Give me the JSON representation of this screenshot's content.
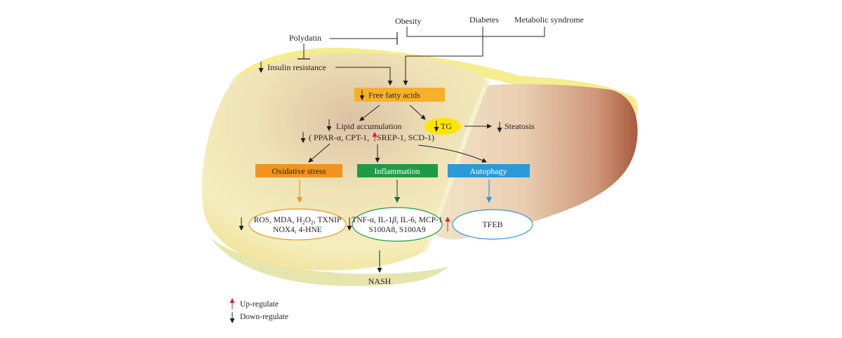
{
  "nodes": {
    "obesity": "Obesity",
    "diabetes": "Diabetes",
    "metabolic_syndrome": "Metabolic syndrome",
    "polydatin": "Polydatin",
    "insulin_resistance": "Insulin resistance",
    "free_fatty_acids": "Free fatty acids",
    "tg": "TG",
    "steatosis": "Steatosis",
    "lipid_accumulation": "Lipid accumulation",
    "lipid_markers_open": "( PPAR-α, CPT-1,",
    "lipid_markers_close": "SREP-1, SCD-1)",
    "oxidative_stress": "Oxidative stress",
    "inflammation": "Inflammation",
    "autophagy": "Autophagy",
    "oxidative_markers_line1_a": "ROS, MDA, H",
    "oxidative_markers_line1_sub1": "2",
    "oxidative_markers_line1_b": "O",
    "oxidative_markers_line1_sub2": "2",
    "oxidative_markers_line1_c": ", TXNIP",
    "oxidative_markers_line2": "NOX4, 4-HNE",
    "inflammation_markers_line1_a": "TNF-α, IL-1",
    "inflammation_markers_line1_beta": "β",
    "inflammation_markers_line1_b": ", IL-6, MCP-1",
    "inflammation_markers_line2": "S100A8, S100A9",
    "tfeb": "TFEB",
    "nash": "NASH"
  },
  "legend": {
    "up": "Up-regulate",
    "down": "Down-regulate"
  },
  "colors": {
    "oxidative": "#f0941e",
    "inflammation": "#1f9b48",
    "autophagy": "#2b9ad8",
    "ffa": "#f6b12a",
    "tg": "#ffe500",
    "up_arrow": "#d7262a",
    "down_arrow": "#231f20",
    "liver_light": "#f7f0b8",
    "liver_brown": "#b86a4e"
  }
}
